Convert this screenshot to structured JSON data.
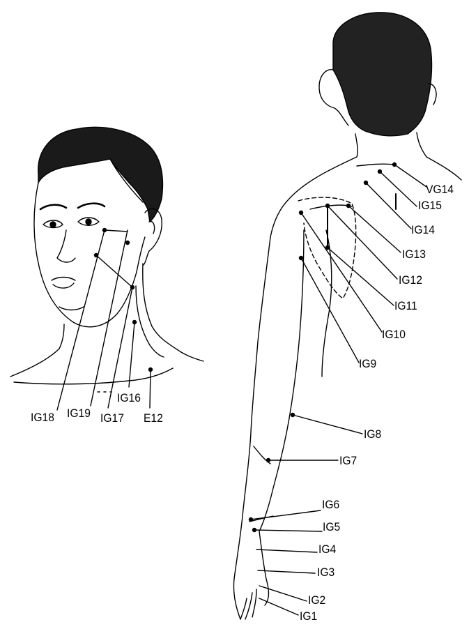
{
  "head_figure": {
    "points": [
      {
        "id": "ig18",
        "label": "IG18"
      },
      {
        "id": "ig19",
        "label": "IG19"
      },
      {
        "id": "ig17",
        "label": "IG17"
      },
      {
        "id": "ig16",
        "label": "IG16"
      },
      {
        "id": "e12",
        "label": "E12"
      }
    ]
  },
  "back_figure": {
    "points": [
      {
        "id": "vg14",
        "label": "VG14"
      },
      {
        "id": "ig15",
        "label": "IG15"
      },
      {
        "id": "ig14",
        "label": "IG14"
      },
      {
        "id": "ig13",
        "label": "IG13"
      },
      {
        "id": "ig12",
        "label": "IG12"
      },
      {
        "id": "ig11",
        "label": "IG11"
      },
      {
        "id": "ig10",
        "label": "IG10"
      },
      {
        "id": "ig9",
        "label": "IG9"
      },
      {
        "id": "ig8",
        "label": "IG8"
      },
      {
        "id": "ig7",
        "label": "IG7"
      },
      {
        "id": "ig6",
        "label": "IG6"
      },
      {
        "id": "ig5",
        "label": "IG5"
      },
      {
        "id": "ig4",
        "label": "IG4"
      },
      {
        "id": "ig3",
        "label": "IG3"
      },
      {
        "id": "ig2",
        "label": "IG2"
      },
      {
        "id": "ig1",
        "label": "IG1"
      }
    ]
  }
}
